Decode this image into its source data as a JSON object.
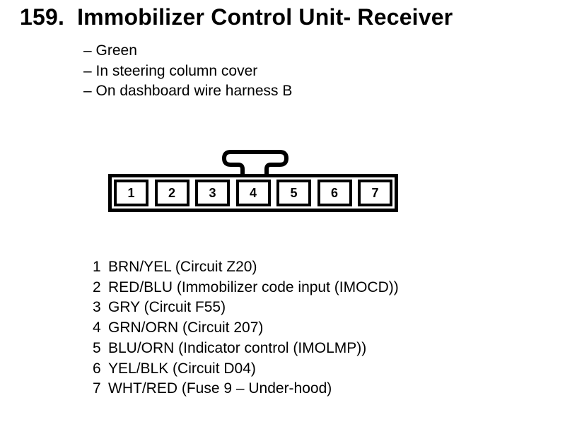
{
  "document": {
    "item_number": "159.",
    "title": "Immobilizer Control Unit- Receiver",
    "notes": [
      "– Green",
      "– In steering column cover",
      "– On dashboard wire harness B"
    ]
  },
  "connector": {
    "pin_labels": [
      "1",
      "2",
      "3",
      "4",
      "5",
      "6",
      "7"
    ]
  },
  "pinout": [
    {
      "pin": "1",
      "description": "BRN/YEL (Circuit Z20)"
    },
    {
      "pin": "2",
      "description": "RED/BLU (Immobilizer code input (IMOCD))"
    },
    {
      "pin": "3",
      "description": "GRY (Circuit F55)"
    },
    {
      "pin": "4",
      "description": "GRN/ORN (Circuit 207)"
    },
    {
      "pin": "5",
      "description": "BLU/ORN (Indicator control (IMOLMP))"
    },
    {
      "pin": "6",
      "description": "YEL/BLK (Circuit D04)"
    },
    {
      "pin": "7",
      "description": "WHT/RED (Fuse 9 – Under-hood)"
    }
  ],
  "colors": {
    "ink": "#000000",
    "paper": "#ffffff"
  }
}
